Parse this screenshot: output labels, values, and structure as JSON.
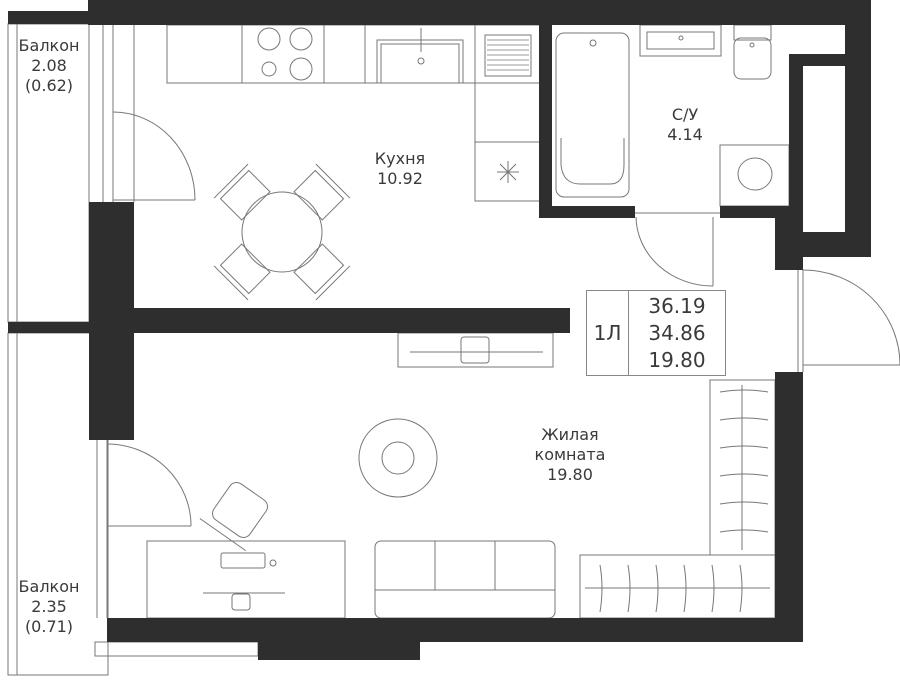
{
  "rooms": {
    "balcony_top": {
      "name": "Балкон",
      "area": "2.08",
      "area_reduced": "(0.62)"
    },
    "balcony_bottom": {
      "name": "Балкон",
      "area": "2.35",
      "area_reduced": "(0.71)"
    },
    "kitchen": {
      "name": "Кухня",
      "area": "10.92"
    },
    "bathroom": {
      "name": "С/У",
      "area": "4.14"
    },
    "living": {
      "name_line1": "Жилая",
      "name_line2": "комната",
      "area": "19.80"
    }
  },
  "summary": {
    "type": "1Л",
    "total_area": "36.19",
    "living_total": "34.86",
    "living_area": "19.80"
  },
  "colors": {
    "wall": "#2e2e2e",
    "line": "#6a6a6a"
  }
}
